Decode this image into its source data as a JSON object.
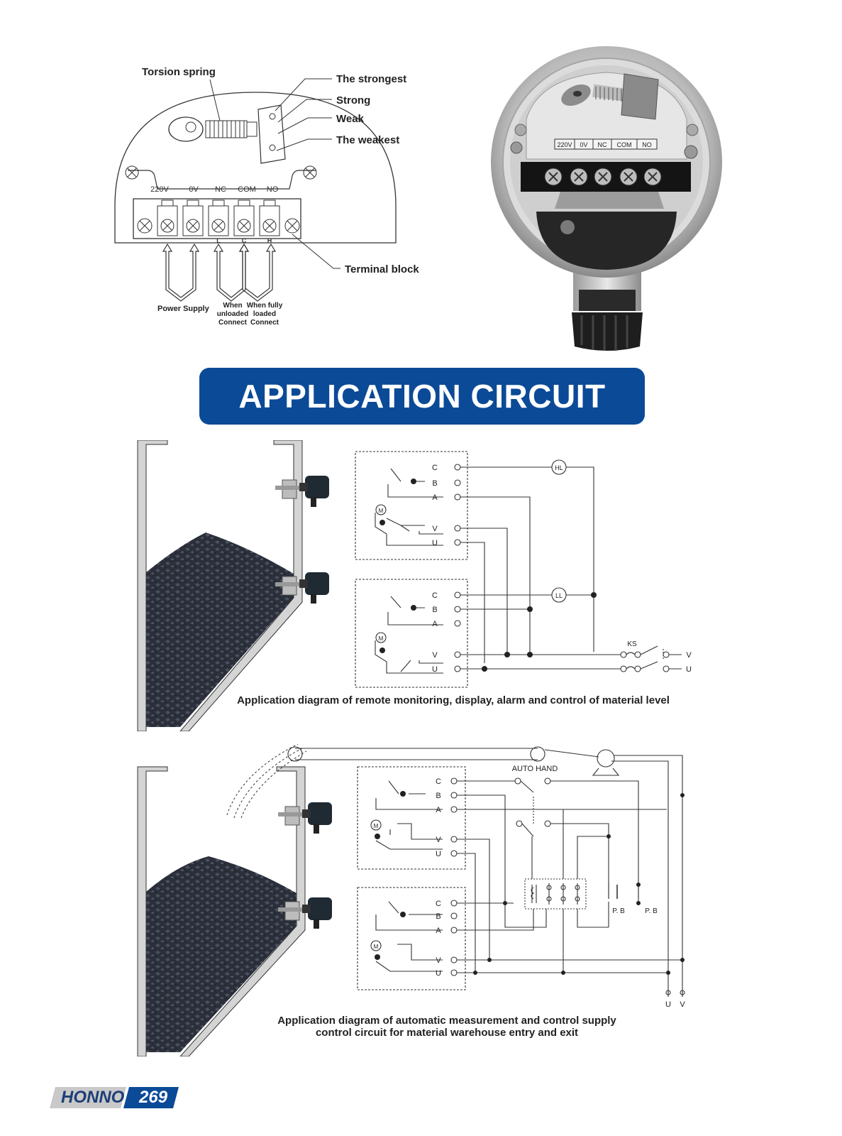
{
  "terminal_diagram": {
    "torsion_spring": "Torsion spring",
    "strongest": "The strongest",
    "strong": "Strong",
    "weak": "Weak",
    "weakest": "The weakest",
    "terminal_block": "Terminal block",
    "terminals": [
      "220V",
      "0V",
      "NC",
      "COM",
      "NO"
    ],
    "pin_letters": [
      "L",
      "C",
      "H"
    ],
    "power_supply": "Power Supply",
    "unloaded_lines": [
      "When",
      "unloaded",
      "Connect"
    ],
    "loaded_lines": [
      "When fully",
      "loaded",
      "Connect"
    ]
  },
  "photo_terminals": [
    "220V",
    "0V",
    "NC",
    "COM",
    "NO"
  ],
  "banner": {
    "title": "APPLICATION CIRCUIT",
    "color": "#0b4a97"
  },
  "circuit1": {
    "terminals": [
      "C",
      "B",
      "A",
      "V",
      "U"
    ],
    "hl": "HL",
    "ll": "LL",
    "ks": "KS",
    "v": "V",
    "u": "U",
    "caption": "Application diagram of remote monitoring, display, alarm and control of material level"
  },
  "circuit2": {
    "terminals": [
      "C",
      "B",
      "A",
      "V",
      "U"
    ],
    "auto_hand": "AUTO  HAND",
    "pb": "P. B",
    "u": "U",
    "v": "V",
    "caption_line1": "Application diagram of automatic measurement and control supply",
    "caption_line2": "control circuit for material warehouse entry and exit"
  },
  "footer": {
    "brand": "HONNO",
    "page": "269"
  }
}
